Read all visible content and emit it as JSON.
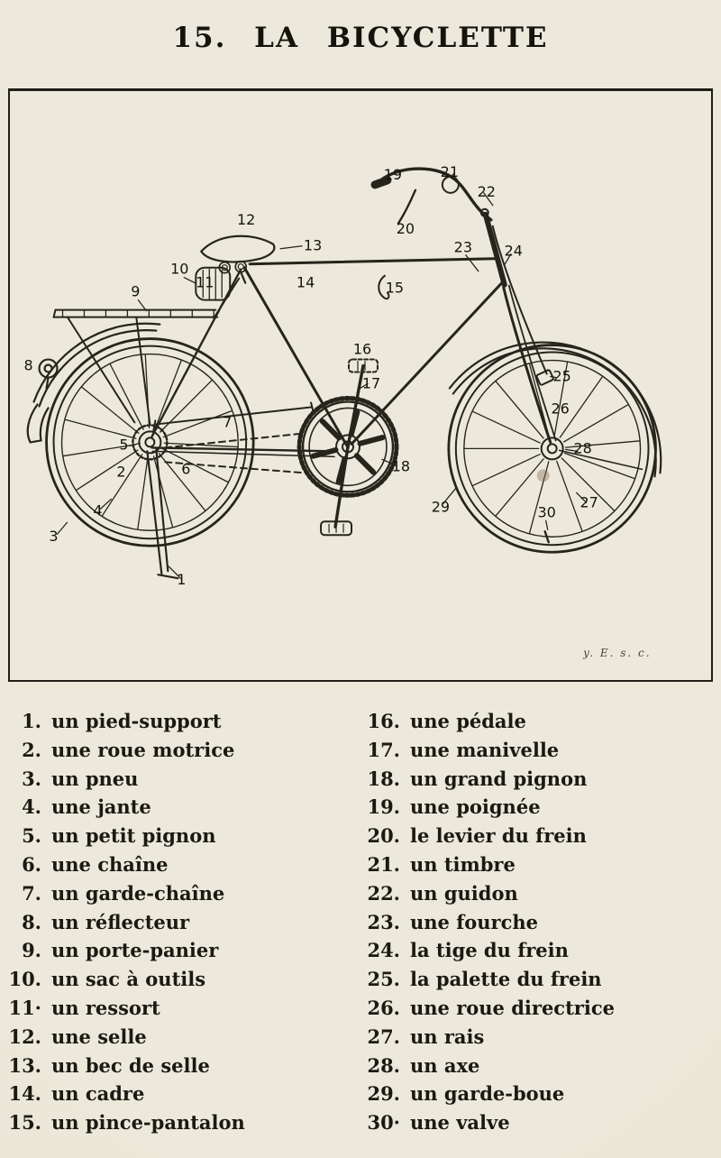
{
  "page": {
    "title": "15. LA BICYCLETTE",
    "signature": "y. E. s. c."
  },
  "diagram": {
    "labels": [
      "1",
      "2",
      "3",
      "4",
      "5",
      "6",
      "7",
      "8",
      "9",
      "10",
      "11",
      "12",
      "13",
      "14",
      "15",
      "16",
      "17",
      "18",
      "19",
      "20",
      "21",
      "22",
      "23",
      "24",
      "25",
      "26",
      "27",
      "28",
      "29",
      "30"
    ]
  },
  "vocab": {
    "left": [
      {
        "num": "1.",
        "label": "un pied-support"
      },
      {
        "num": "2.",
        "label": "une roue motrice"
      },
      {
        "num": "3.",
        "label": "un pneu"
      },
      {
        "num": "4.",
        "label": "une jante"
      },
      {
        "num": "5.",
        "label": "un petit pignon"
      },
      {
        "num": "6.",
        "label": "une chaîne"
      },
      {
        "num": "7.",
        "label": "un garde-chaîne"
      },
      {
        "num": "8.",
        "label": "un réflecteur"
      },
      {
        "num": "9.",
        "label": "un porte-panier"
      },
      {
        "num": "10.",
        "label": "un sac à outils"
      },
      {
        "num": "11·",
        "label": "un ressort"
      },
      {
        "num": "12.",
        "label": "une selle"
      },
      {
        "num": "13.",
        "label": "un bec de selle"
      },
      {
        "num": "14.",
        "label": "un cadre"
      },
      {
        "num": "15.",
        "label": "un pince-pantalon"
      }
    ],
    "right": [
      {
        "num": "16.",
        "label": "une pédale"
      },
      {
        "num": "17.",
        "label": "une manivelle"
      },
      {
        "num": "18.",
        "label": "un grand pignon"
      },
      {
        "num": "19.",
        "label": "une poignée"
      },
      {
        "num": "20.",
        "label": "le levier du frein"
      },
      {
        "num": "21.",
        "label": "un timbre"
      },
      {
        "num": "22.",
        "label": "un guidon"
      },
      {
        "num": "23.",
        "label": "une fourche"
      },
      {
        "num": "24.",
        "label": "la tige du frein"
      },
      {
        "num": "25.",
        "label": "la palette du frein"
      },
      {
        "num": "26.",
        "label": "une roue directrice"
      },
      {
        "num": "27.",
        "label": "un rais"
      },
      {
        "num": "28.",
        "label": "un axe"
      },
      {
        "num": "29.",
        "label": "un garde-boue"
      },
      {
        "num": "30·",
        "label": "une valve"
      }
    ]
  }
}
